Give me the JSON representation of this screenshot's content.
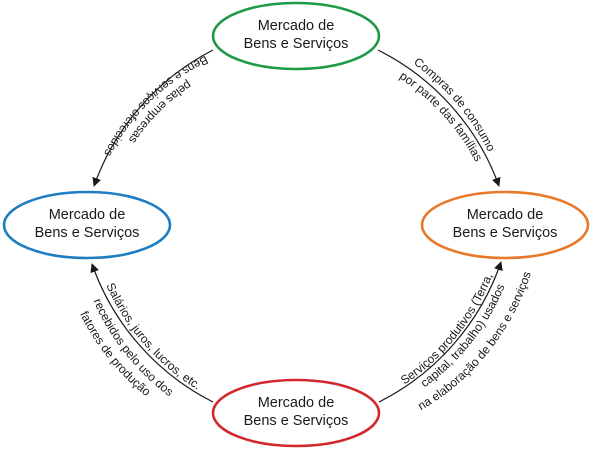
{
  "nodes": [
    {
      "id": "top",
      "line1": "Mercado de",
      "line2": "Bens e Serviços",
      "color": "#1b9a48"
    },
    {
      "id": "left",
      "line1": "Mercado de",
      "line2": "Bens e Serviços",
      "color": "#1f7dc1"
    },
    {
      "id": "right",
      "line1": "Mercado de",
      "line2": "Bens e Serviços",
      "color": "#e8792a"
    },
    {
      "id": "bottom",
      "line1": "Mercado de",
      "line2": "Bens e Serviços",
      "color": "#d4272a"
    }
  ],
  "flows": {
    "top_left": {
      "line1": "Bens e serviços oferecidos",
      "line2": "pelas empresas"
    },
    "top_right": {
      "line1": "Compras de consumo",
      "line2": "por parte das famílias"
    },
    "bottom_left": {
      "line1": "Salários, juros, lucros, etc.",
      "line2": "recebidos pelo uso dos",
      "line3": "fatores de produção"
    },
    "bottom_right": {
      "line1": "Serviços produtivos (Terra,",
      "line2": "capital, trabalho) usados",
      "line3": "na elaboração de bens e serviços"
    }
  }
}
